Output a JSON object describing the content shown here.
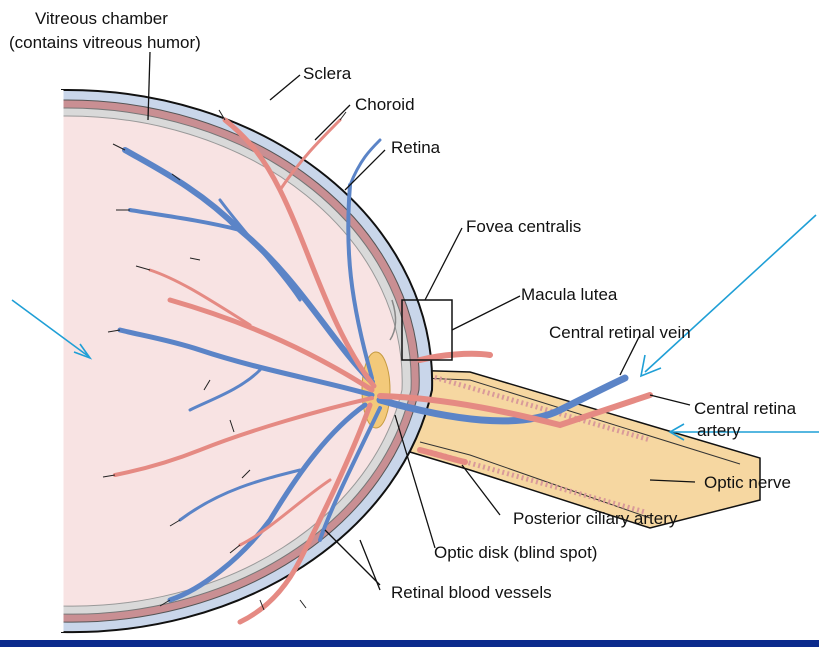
{
  "colors": {
    "frame": "#0b2a8c",
    "panel": "#ffffff",
    "sclera": "#c9d6ea",
    "choroid": "#c98f93",
    "retina": "#cfcfcf",
    "vitreous": "#f8e3e3",
    "vein": "#5b84c7",
    "artery": "#e58a83",
    "optic_nerve": "#f6d7a1",
    "pointer": "#1f9fd6"
  },
  "labels": {
    "vitreous_line1": "Vitreous chamber",
    "vitreous_line2": "(contains vitreous humor)",
    "sclera": "Sclera",
    "choroid": "Choroid",
    "retina": "Retina",
    "fovea": "Fovea centralis",
    "macula": "Macula lutea",
    "vein": "Central retinal vein",
    "artery_line1": "Central retina",
    "artery_line2": "artery",
    "optic_nerve": "Optic nerve",
    "ciliary": "Posterior ciliary artery",
    "optic_disk": "Optic disk (blind spot)",
    "vessels": "Retinal blood vessels"
  }
}
